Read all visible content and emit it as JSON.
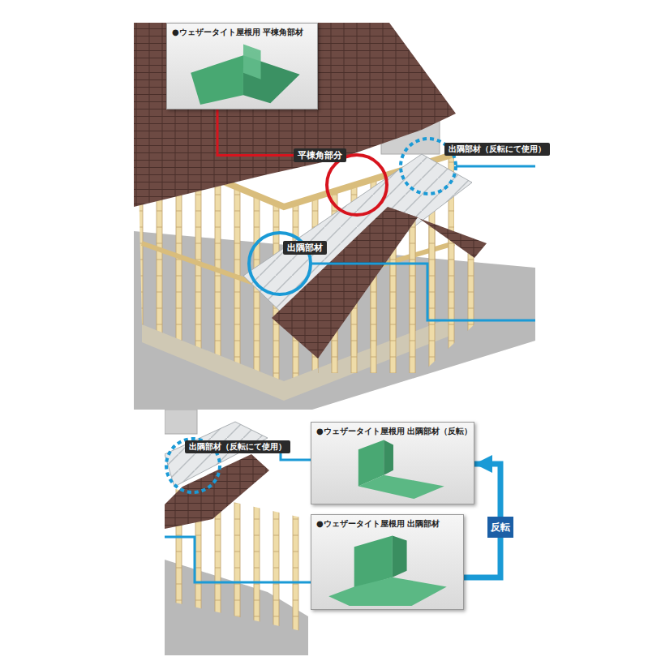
{
  "diagram": {
    "nodes": [
      {
        "text": [
          "●ウェザータイト屋根用 平棟角部材"
        ]
      },
      {
        "text": [
          "平棟角部分"
        ]
      },
      {
        "text": [
          "出隅部材（反転にて使用）"
        ]
      },
      {
        "text": [
          "出隅部材"
        ]
      },
      {
        "text": [
          "出隅部材（反転にて使用）"
        ]
      },
      {
        "text": [
          "●ウェザータイト屋根用 出隅部材（反転）"
        ]
      },
      {
        "text": [
          "●ウェザータイト屋根用 出隅部材"
        ]
      }
    ],
    "edges": [
      {
        "from": 1,
        "to": 0,
        "arrow": "none"
      },
      {
        "from": 4,
        "to": 5,
        "arrow": "none"
      },
      {
        "from": 6,
        "to": 5,
        "arrow": "to",
        "label": "反転"
      }
    ]
  }
}
